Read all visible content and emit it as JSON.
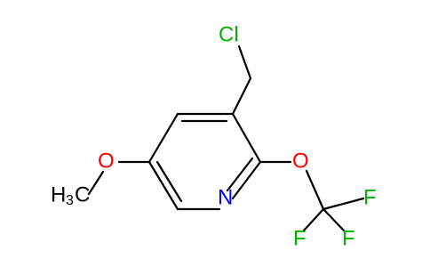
{
  "molecule": {
    "atoms": {
      "cl": {
        "label": "Cl",
        "color": "#00b400"
      },
      "o_ether": {
        "label": "O",
        "color": "#ff0000"
      },
      "o_methoxy": {
        "label": "O",
        "color": "#ff0000"
      },
      "n": {
        "label": "N",
        "color": "#0000ff"
      },
      "f1": {
        "label": "F",
        "color": "#00b400"
      },
      "f2": {
        "label": "F",
        "color": "#00b400"
      },
      "f3": {
        "label": "F",
        "color": "#00b400"
      },
      "methyl": {
        "label": "H",
        "sub": "3",
        "suffix": "C",
        "color": "#000000"
      }
    }
  }
}
